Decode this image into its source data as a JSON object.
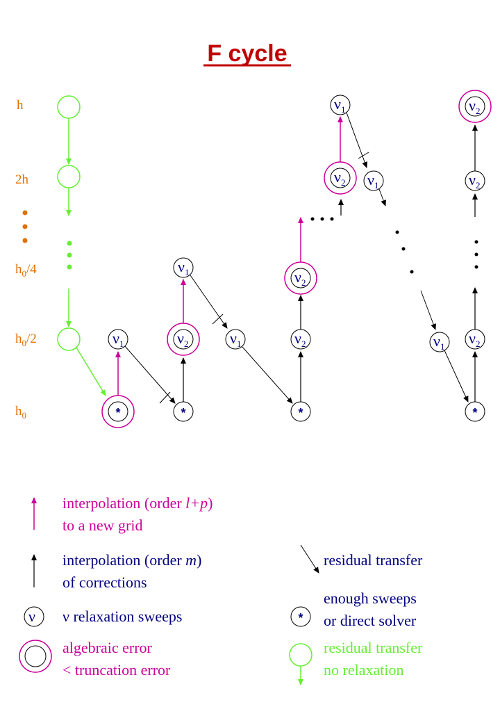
{
  "title": "F cycle",
  "levels": [
    "h",
    "2h",
    "h0/4",
    "h0/2",
    "h0"
  ],
  "level_labels": [
    {
      "main": "h",
      "sub": ""
    },
    {
      "main": "2h",
      "sub": ""
    },
    {
      "main": "h",
      "sub": "0",
      "rest": "/4"
    },
    {
      "main": "h",
      "sub": "0",
      "rest": "/2"
    },
    {
      "main": "h",
      "sub": "0",
      "rest": ""
    }
  ],
  "symbols": {
    "nu": "ν",
    "sub1": "1",
    "sub2": "2",
    "star": "*"
  },
  "legend": {
    "interp_new_line1": "interpolation (order ",
    "interp_new_var": "l+p",
    "interp_new_close": ")",
    "interp_new_line2": "to a new grid",
    "interp_corr_line1": "interpolation (order ",
    "interp_corr_var": "m",
    "interp_corr_close": ")",
    "interp_corr_line2": "of corrections",
    "residual": "residual transfer",
    "nu_symbol": "ν",
    "relax": "ν  relaxation sweeps",
    "solver_line1": "enough sweeps",
    "solver_line2": "or direct solver",
    "alg_line1": "algebraic error",
    "alg_line2": "< truncation error",
    "green_line1": "residual transfer",
    "green_line2": "no relaxation"
  },
  "colors": {
    "title": "#c00000",
    "level_label": "#e07000",
    "magenta": "#cc0099",
    "black": "#000000",
    "navy": "#000080",
    "green": "#66ee33",
    "dots_orange": "#e07000"
  }
}
